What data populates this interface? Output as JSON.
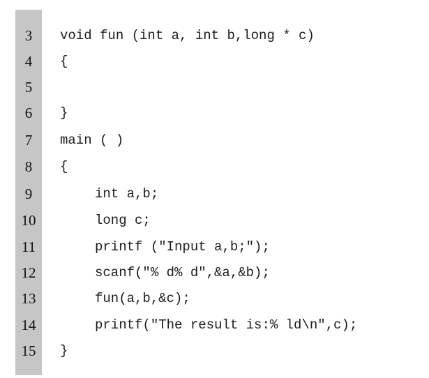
{
  "code": {
    "lines": [
      {
        "number": "3",
        "text": "void fun (int a, int b,long * c)"
      },
      {
        "number": "4",
        "text": "{"
      },
      {
        "number": "5",
        "text": ""
      },
      {
        "number": "6",
        "text": "}"
      },
      {
        "number": "7",
        "text": "main ( )"
      },
      {
        "number": "8",
        "text": "{"
      },
      {
        "number": "9",
        "text": "int a,b;"
      },
      {
        "number": "10",
        "text": "long c;"
      },
      {
        "number": "11",
        "text": "printf (\"Input a,b;\");"
      },
      {
        "number": "12",
        "text": "scanf(\"% d% d\",&a,&b);"
      },
      {
        "number": "13",
        "text": "fun(a,b,&c);"
      },
      {
        "number": "14",
        "text": "printf(\"The result is:% ld\\n\",c);"
      },
      {
        "number": "15",
        "text": "}"
      }
    ]
  },
  "colors": {
    "gutter_background": "#c6c6c6",
    "page_background": "#ffffff",
    "text": "#1b1b1b"
  }
}
